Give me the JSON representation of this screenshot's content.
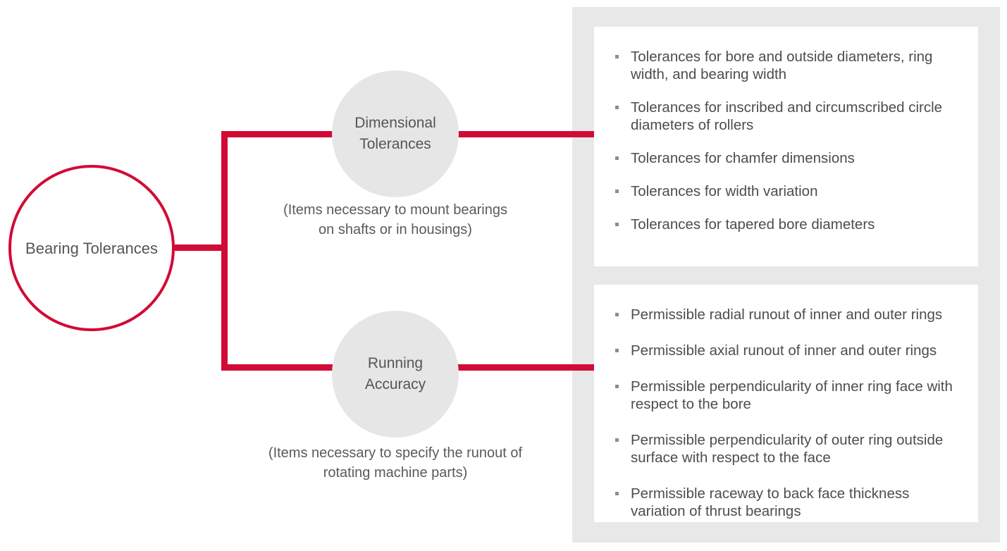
{
  "diagram": {
    "root": {
      "label": "Bearing Tolerances"
    },
    "branches": [
      {
        "id": "dimensional-tolerances",
        "node_label_line1": "Dimensional",
        "node_label_line2": "Tolerances",
        "caption_line1": "(Items necessary to mount bearings",
        "caption_line2": "on shafts or in housings)",
        "items": [
          "Tolerances for bore and outside diameters, ring width, and bearing width",
          "Tolerances for inscribed and circumscribed circle diameters of rollers",
          "Tolerances for chamfer dimensions",
          "Tolerances for width variation",
          "Tolerances for tapered bore diameters"
        ]
      },
      {
        "id": "running-accuracy",
        "node_label_line1": "Running",
        "node_label_line2": "Accuracy",
        "caption_line1": "(Items necessary to specify the runout of",
        "caption_line2": "rotating machine parts)",
        "items": [
          "Permissible radial runout of inner and outer rings",
          "Permissible axial runout of inner and outer rings",
          "Permissible perpendicularity of inner ring face with respect to the bore",
          "Permissible perpendicularity of outer ring outside surface with respect to the face",
          "Permissible raceway to back face thickness variation of thrust bearings"
        ]
      }
    ],
    "colors": {
      "accent_red": "#d20b36",
      "node_grey": "#e6e6e6",
      "panel_grey": "#e8e8e8",
      "text_grey": "#555555",
      "bullet_grey": "#8d8d8d"
    }
  }
}
